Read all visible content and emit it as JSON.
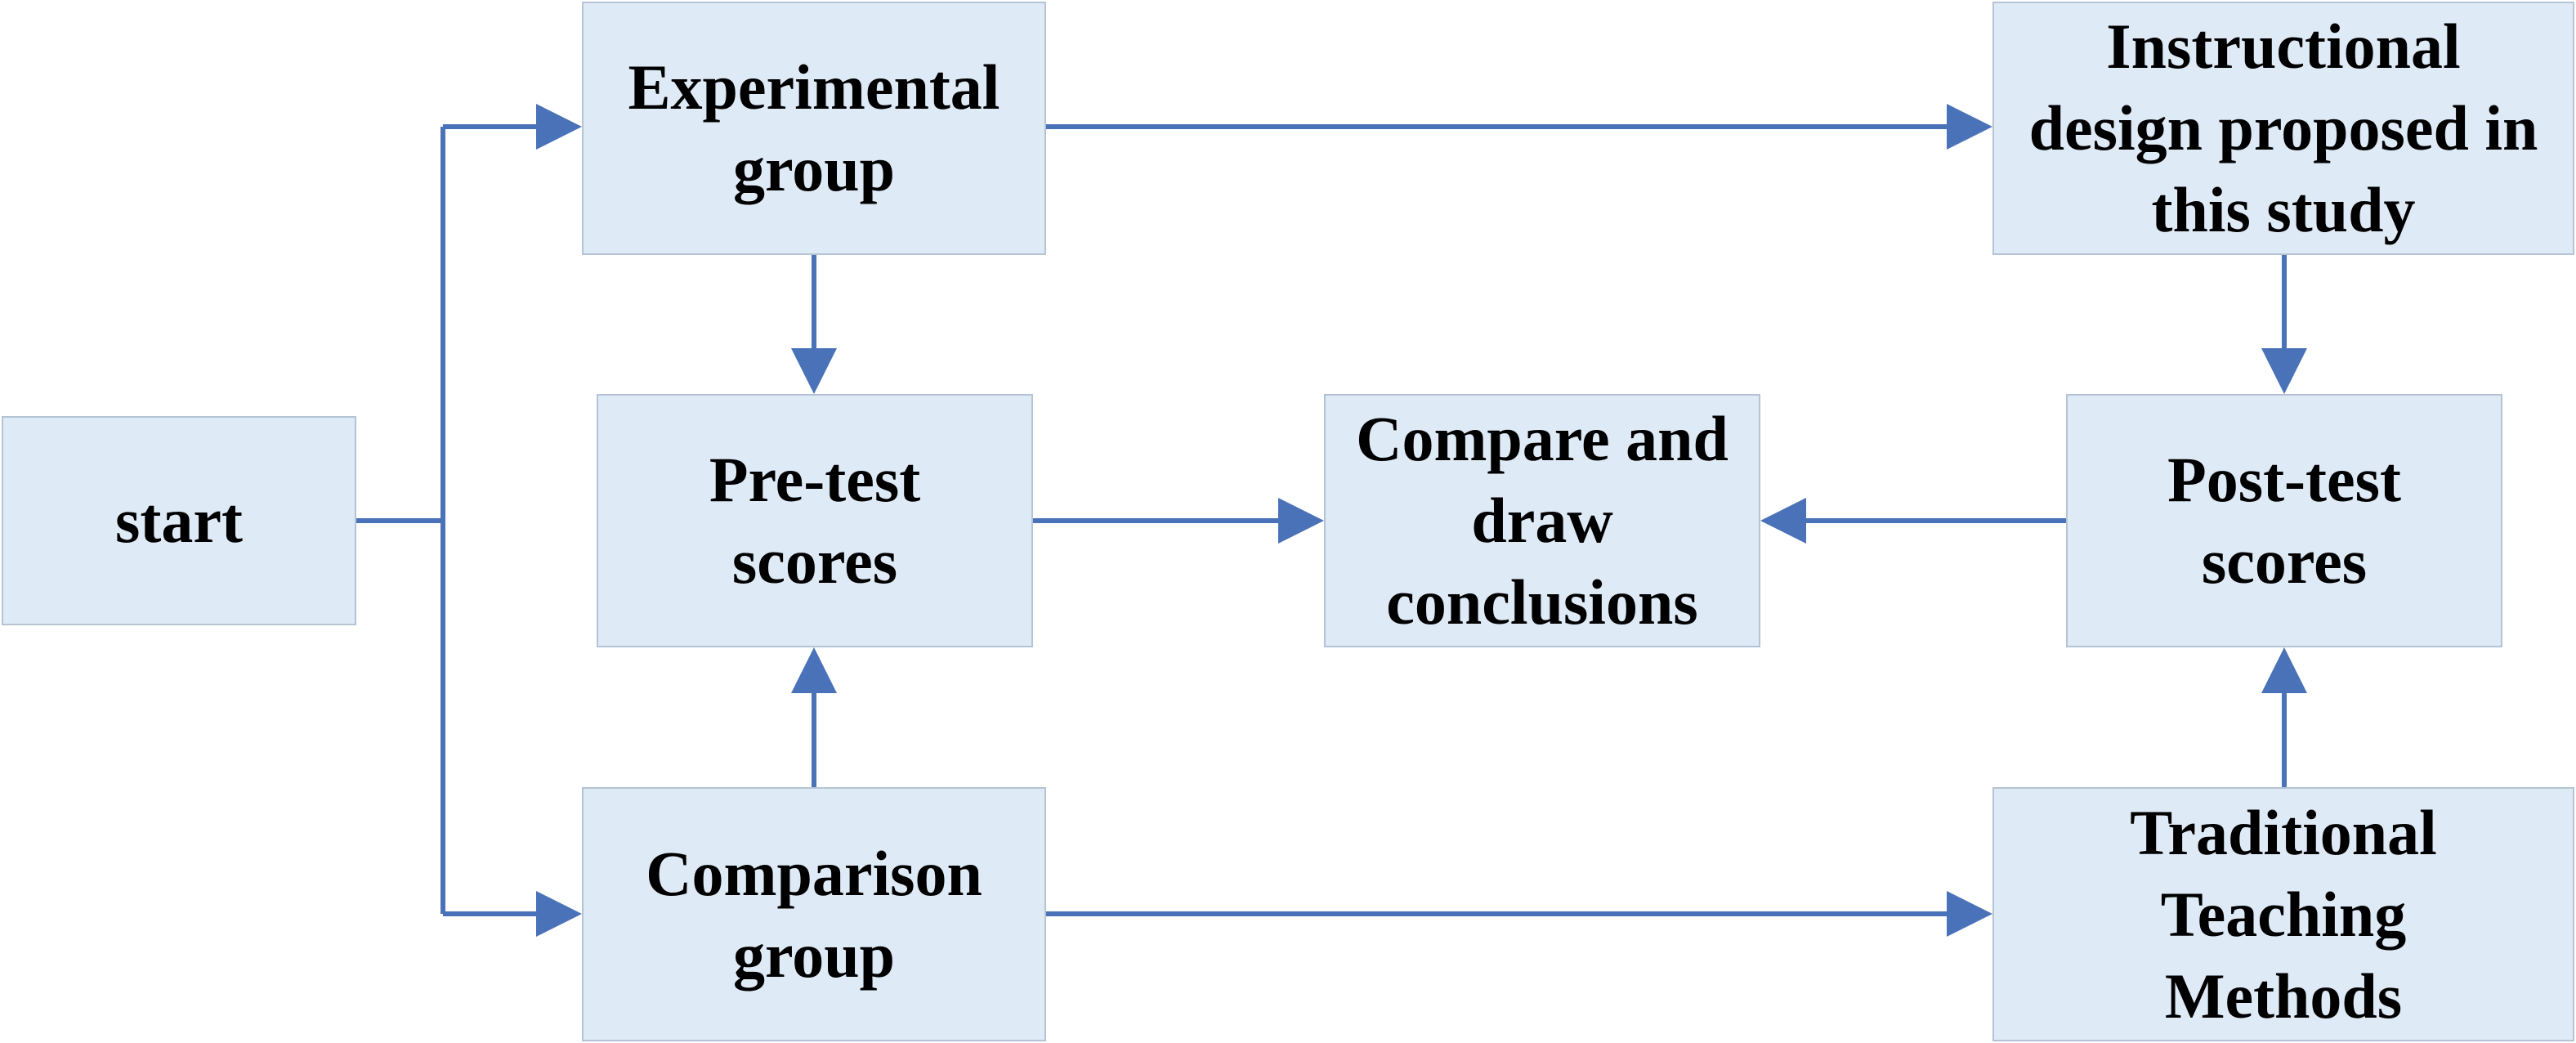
{
  "accent_color": "#4a72b8",
  "box_fill": "#deeaf6",
  "box_border": "#b4c4d4",
  "nodes": {
    "start": {
      "label": "start"
    },
    "experimental_group": {
      "label": "Experimental group"
    },
    "instructional_design": {
      "label": "Instructional design proposed in this study"
    },
    "pretest_scores": {
      "label": "Pre-test scores"
    },
    "compare": {
      "label": "Compare and draw conclusions"
    },
    "posttest_scores": {
      "label": "Post-test scores"
    },
    "comparison_group": {
      "label": "Comparison group"
    },
    "traditional_methods": {
      "label": "Traditional Teaching Methods"
    }
  },
  "edges": [
    {
      "from": "start",
      "to": "experimental_group"
    },
    {
      "from": "start",
      "to": "comparison_group"
    },
    {
      "from": "experimental_group",
      "to": "instructional_design"
    },
    {
      "from": "experimental_group",
      "to": "pretest_scores"
    },
    {
      "from": "comparison_group",
      "to": "pretest_scores"
    },
    {
      "from": "comparison_group",
      "to": "traditional_methods"
    },
    {
      "from": "instructional_design",
      "to": "posttest_scores"
    },
    {
      "from": "traditional_methods",
      "to": "posttest_scores"
    },
    {
      "from": "pretest_scores",
      "to": "compare"
    },
    {
      "from": "posttest_scores",
      "to": "compare"
    }
  ]
}
